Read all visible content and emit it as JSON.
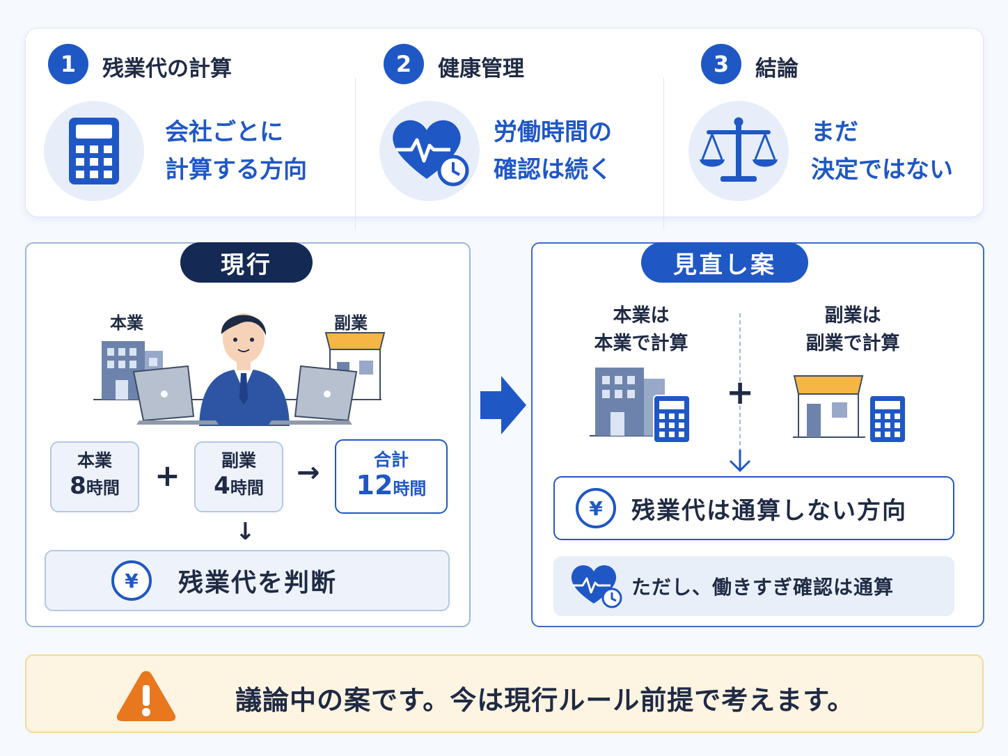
{
  "summary": {
    "items": [
      {
        "number": "1",
        "title": "残業代の計算",
        "icon": "calculator-icon",
        "desc_line1": "会社ごとに",
        "desc_line2": "計算する方向"
      },
      {
        "number": "2",
        "title": "健康管理",
        "icon": "heart-clock-icon",
        "desc_line1": "労働時間の",
        "desc_line2": "確認は続く"
      },
      {
        "number": "3",
        "title": "結論",
        "icon": "scales-icon",
        "desc_line1": "まだ",
        "desc_line2": "決定ではない"
      }
    ]
  },
  "current": {
    "header": "現行",
    "main_job_label": "本業",
    "side_job_label": "副業",
    "box_main": {
      "title": "本業",
      "value": "8",
      "unit": "時間"
    },
    "box_side": {
      "title": "副業",
      "value": "4",
      "unit": "時間"
    },
    "box_total": {
      "title": "合計",
      "value": "12",
      "unit": "時間"
    },
    "plus": "+",
    "arrow": "→",
    "down_arrow": "↓",
    "result_yen": "¥",
    "result": "残業代を判断"
  },
  "proposal": {
    "header": "見直し案",
    "main_label_line1": "本業は",
    "main_label_line2": "本業で計算",
    "side_label_line1": "副業は",
    "side_label_line2": "副業で計算",
    "plus": "+",
    "result_yen": "¥",
    "result": "残業代は通算しない方向",
    "note": "ただし、働きすぎ確認は通算"
  },
  "warning": {
    "text": "議論中の案です。今は現行ルール前提で考えます。"
  },
  "colors": {
    "primary": "#1f57c5",
    "navy": "#142a55",
    "warning": "#e8771e",
    "warning_bg": "#fdf4e1"
  }
}
